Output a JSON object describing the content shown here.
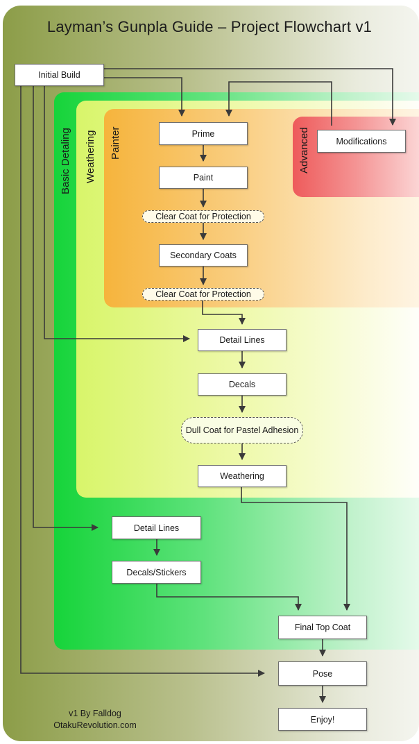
{
  "title": "Layman’s Gunpla Guide – Project Flowchart v1",
  "regions": {
    "basic": "Basic Detaling",
    "weathering": "Weathering",
    "painter": "Painter",
    "advanced": "Advanced"
  },
  "nodes": {
    "initial_build": "Initial Build",
    "modifications": "Modifications",
    "prime": "Prime",
    "paint": "Paint",
    "clear_coat_1": "Clear Coat for Protection",
    "secondary_coats": "Secondary Coats",
    "clear_coat_2": "Clear Coat for Protection",
    "detail_lines_w": "Detail Lines",
    "decals_w": "Decals",
    "dull_coat": "Dull Coat for Pastel Adhesion",
    "weathering_step": "Weathering",
    "detail_lines_b": "Detail Lines",
    "decals_stickers": "Decals/Stickers",
    "final_top_coat": "Final Top Coat",
    "pose": "Pose",
    "enjoy": "Enjoy!"
  },
  "credit": {
    "line1": "v1 By Falldog",
    "line2": "OtakuRevolution.com"
  },
  "colors": {
    "basic_region": "#16d43a",
    "weathering_region": "#d8f56a",
    "painter_region": "#f6b43c",
    "advanced_region": "#ee5b5b",
    "background": "#8c9d48"
  }
}
